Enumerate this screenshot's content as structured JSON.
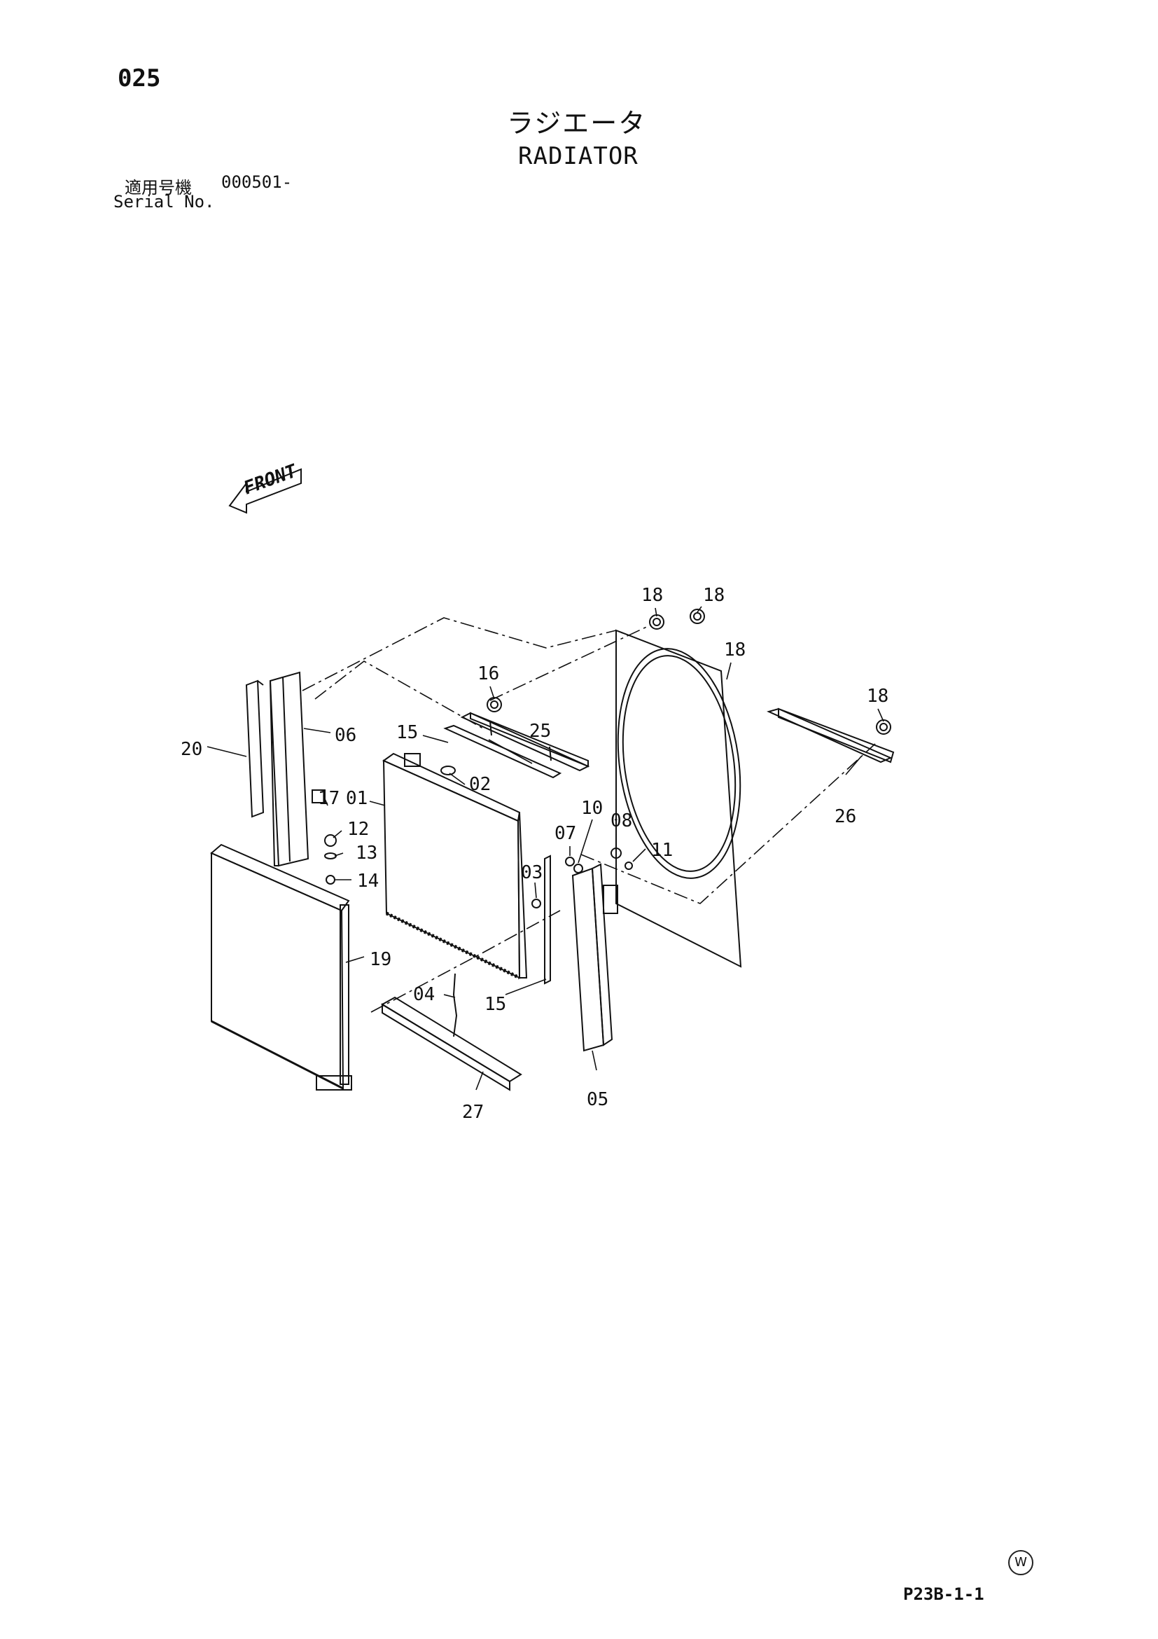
{
  "header": {
    "page_number": "025",
    "title_jp": "ラジエータ",
    "title_en": "RADIATOR",
    "serial_label_jp": "適用号機",
    "serial_value": "000501-",
    "serial_label_en": "Serial No."
  },
  "diagram": {
    "front_label": "FRONT",
    "callouts": [
      "18",
      "18",
      "18",
      "16",
      "18",
      "20",
      "06",
      "15",
      "25",
      "17",
      "01",
      "02",
      "12",
      "13",
      "14",
      "07",
      "10",
      "08",
      "11",
      "26",
      "03",
      "19",
      "04",
      "15",
      "27",
      "05"
    ]
  },
  "footer": {
    "mark": "W",
    "doc_code": "P23B-1-1"
  }
}
